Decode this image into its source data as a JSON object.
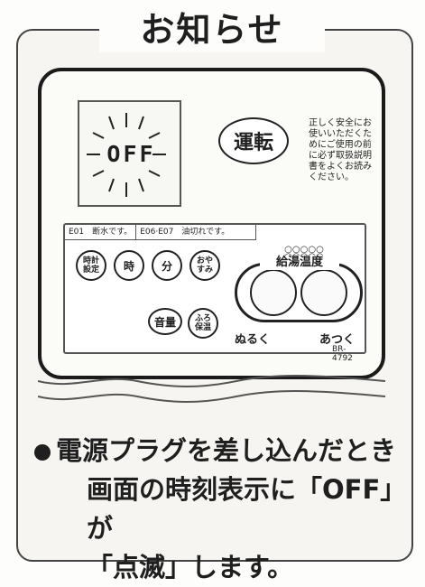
{
  "title": "お知らせ",
  "device": {
    "lcd_text": "OFF",
    "run_button": "運転",
    "safety_note": "正しく安全にお\n使いいただくた\nめにご使用の前\nに必ず取扱説明\n書をよくお読み\nください。",
    "error_bar": {
      "left": "E01　断水です。",
      "right": "E06·E07　油切れです。"
    },
    "buttons": {
      "time_setting": "時計\n設定",
      "hour": "時",
      "minute": "分",
      "osoyu": "おや\nすみ",
      "volume": "音量",
      "bath": "ふろ\n保温"
    },
    "indicator_dots": "○○○○○\n○○○○○",
    "temperature": {
      "label": "給湯温度",
      "low": "ぬるく",
      "high": "あつく"
    },
    "model_number": "BR-4792"
  },
  "notice": {
    "line1": "電源プラグを差し込んだとき",
    "line2": "画面の時刻表示に「OFF」が",
    "line3": "「点滅」します。"
  }
}
